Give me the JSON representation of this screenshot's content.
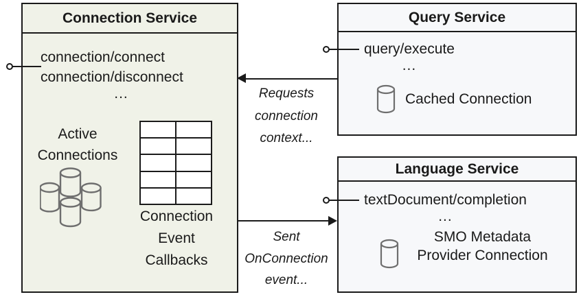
{
  "diagram": {
    "connection_service": {
      "title": "Connection Service",
      "methods": [
        "connection/connect",
        "connection/disconnect"
      ],
      "more": "...",
      "active_connections_label": "Active Connections",
      "callbacks_label": "Connection Event Callbacks",
      "callback_table": {
        "rows": 5,
        "cols": 2
      }
    },
    "query_service": {
      "title": "Query Service",
      "method": "query/execute",
      "more": "...",
      "resource_label": "Cached Connection"
    },
    "language_service": {
      "title": "Language Service",
      "method": "textDocument/completion",
      "more": "...",
      "resource_label": "SMO Metadata Provider Connection"
    },
    "arrows": {
      "requests_label": "Requests connection context...",
      "sent_label": "Sent OnConnection event..."
    },
    "colors": {
      "connection_service_bg": "#f0f2e8",
      "other_service_bg": "#f7f8fa",
      "line": "#1a1a1a",
      "cylinder_stroke": "#6e6e6e"
    },
    "icons": {
      "interface": "lollipop-interface-icon",
      "database": "database-cylinder-icon",
      "database_cluster": "database-cluster-icon",
      "callback_grid": "callback-table-grid"
    }
  }
}
